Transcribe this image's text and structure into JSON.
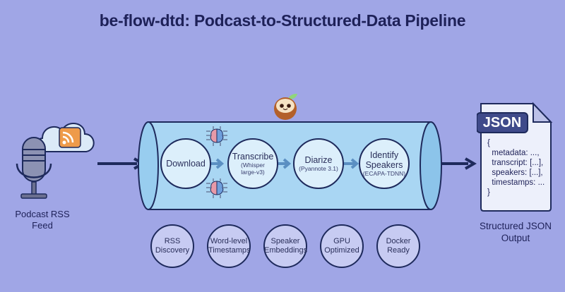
{
  "title": "be-flow-dtd: Podcast-to-Structured-Data Pipeline",
  "source": {
    "label": "Podcast RSS Feed",
    "icons": [
      "microphone-icon",
      "cloud-icon",
      "rss-icon"
    ]
  },
  "pipeline": {
    "mascot_icon": "coconut-mascot-icon",
    "ai_icon": "brain-circuit-icon",
    "stages": [
      {
        "name": "Download",
        "sub": ""
      },
      {
        "name": "Transcribe",
        "sub": "(Whisper large-v3)"
      },
      {
        "name": "Diarize",
        "sub": "(Pyannote 3.1)"
      },
      {
        "name": "Identify Speakers",
        "sub": "(ECAPA-TDNN)"
      }
    ]
  },
  "output": {
    "badge": "JSON",
    "lines": [
      "{",
      "  metadata: ...,",
      "  transcript: [...],",
      "  speakers: [...],",
      "  timestamps: ...",
      "}"
    ],
    "label": "Structured JSON Output"
  },
  "features": [
    "RSS Discovery",
    "Word-level Timestamps",
    "Speaker Embeddings",
    "GPU Optimized",
    "Docker Ready"
  ]
}
